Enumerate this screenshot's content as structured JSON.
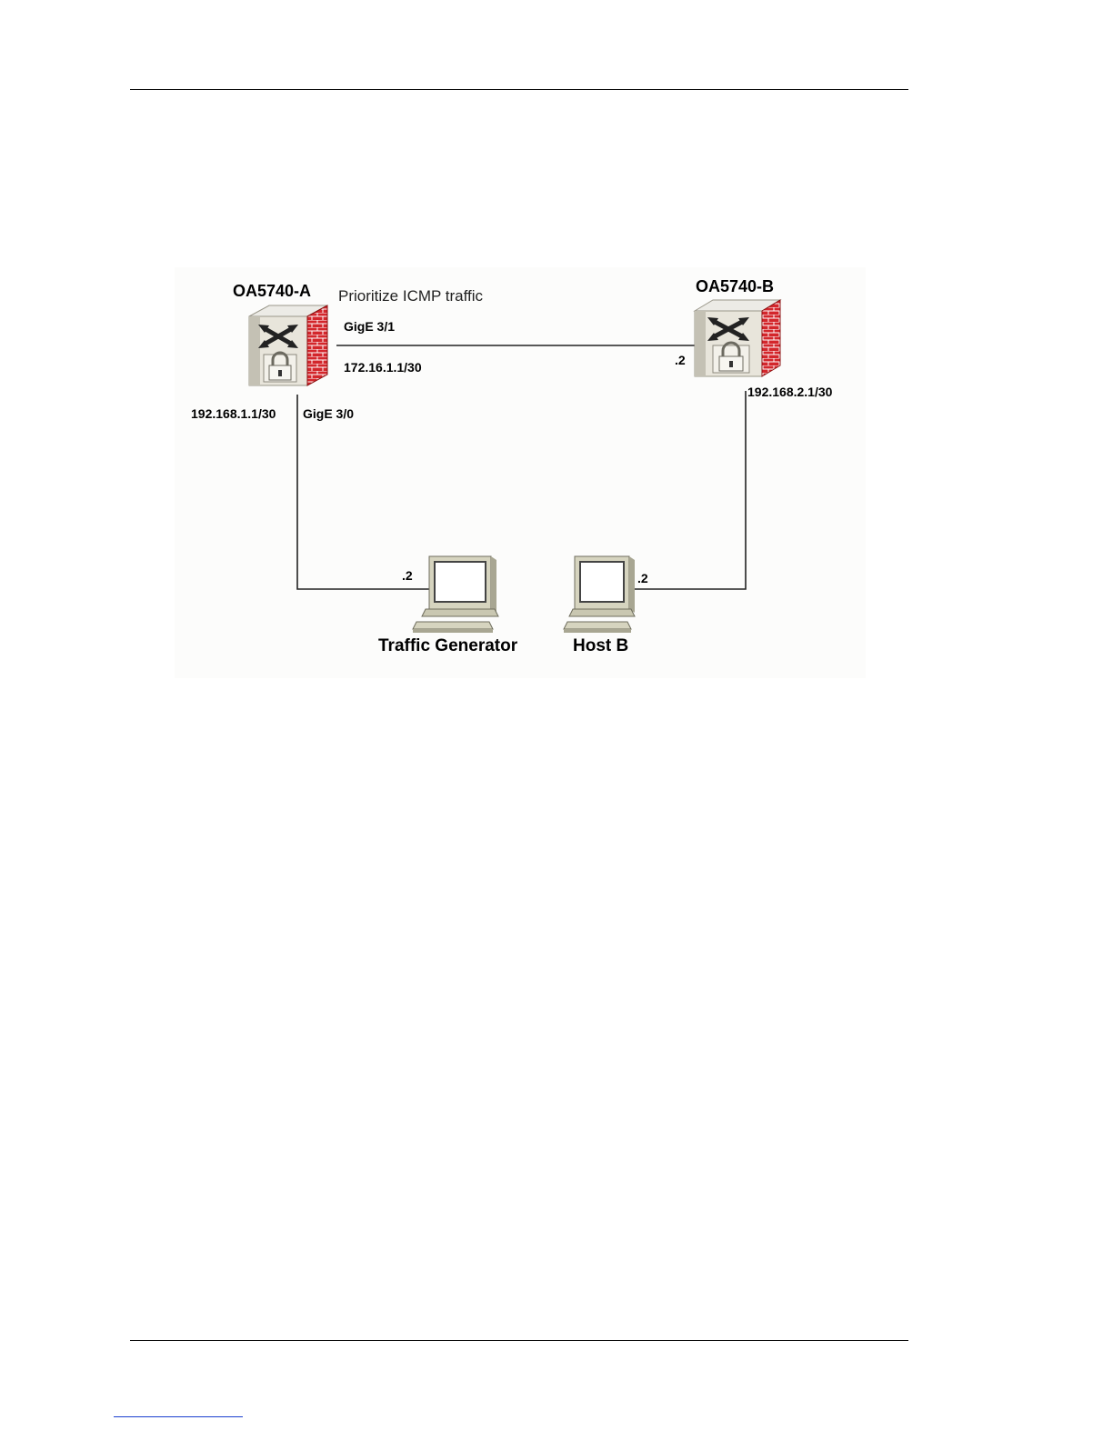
{
  "nodes": {
    "router_a": {
      "name": "OA5740-A",
      "note": "Prioritize ICMP traffic"
    },
    "router_b": {
      "name": "OA5740-B"
    },
    "traffic_generator": {
      "name": "Traffic Generator"
    },
    "host_b": {
      "name": "Host B"
    }
  },
  "links": {
    "a_to_b": {
      "a_interface": "GigE 3/1",
      "a_address": "172.16.1.1/30",
      "b_address": ".2"
    },
    "a_to_generator": {
      "a_address": "192.168.1.1/30",
      "a_interface": "GigE 3/0",
      "generator_address": ".2"
    },
    "b_to_host": {
      "b_address": "192.168.2.1/30",
      "host_address": ".2"
    }
  },
  "colors": {
    "firewall_red": "#cc1f24",
    "router_body": "#e6e2d6",
    "pc_body": "#d8d6c2",
    "line": "#222222"
  }
}
